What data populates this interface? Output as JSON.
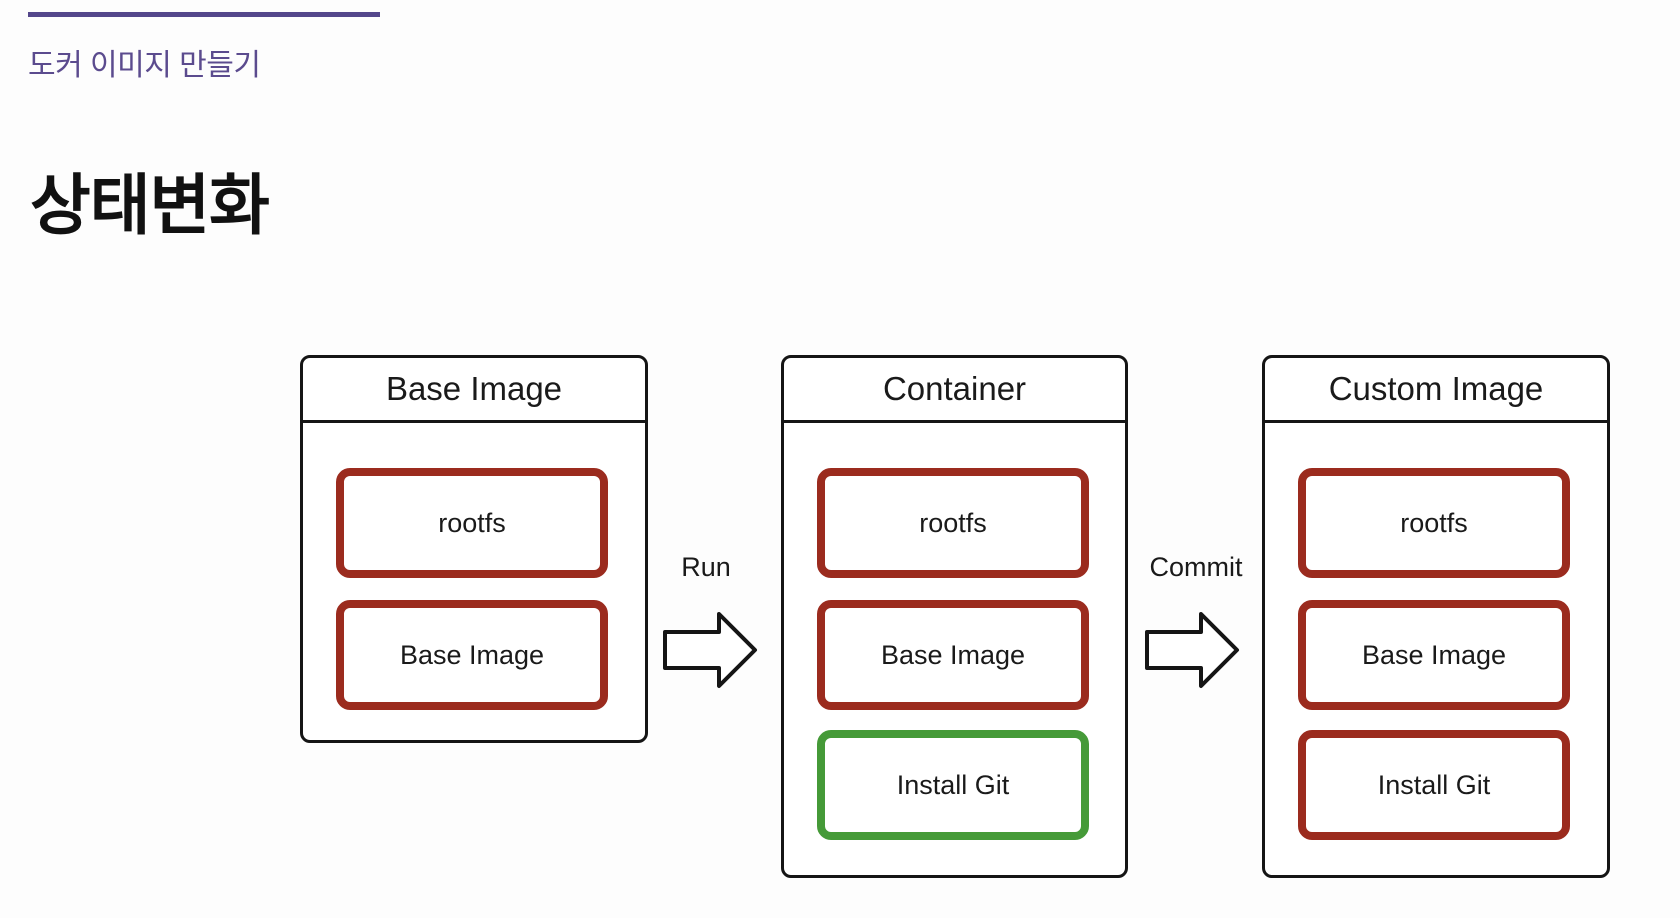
{
  "page": {
    "kicker": "도커 이미지 만들기",
    "heading": "상태변화"
  },
  "colors": {
    "accent_purple": "#5B4B8E",
    "rule_purple": "#54478B",
    "layer_red": "#9B2B1E",
    "layer_green": "#459A38",
    "outline_black": "#151515",
    "background": "#fdfdfd"
  },
  "diagram": {
    "columns": [
      {
        "title": "Base Image",
        "layers": [
          {
            "label": "rootfs",
            "color": "red"
          },
          {
            "label": "Base Image",
            "color": "red"
          }
        ]
      },
      {
        "title": "Container",
        "layers": [
          {
            "label": "rootfs",
            "color": "red"
          },
          {
            "label": "Base Image",
            "color": "red"
          },
          {
            "label": "Install Git",
            "color": "green"
          }
        ]
      },
      {
        "title": "Custom Image",
        "layers": [
          {
            "label": "rootfs",
            "color": "red"
          },
          {
            "label": "Base Image",
            "color": "red"
          },
          {
            "label": "Install Git",
            "color": "red"
          }
        ]
      }
    ],
    "arrows": [
      {
        "label": "Run"
      },
      {
        "label": "Commit"
      }
    ]
  }
}
